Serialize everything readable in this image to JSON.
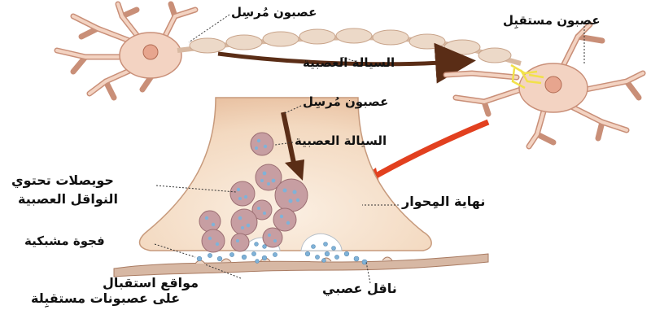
{
  "labels": {
    "sending_neuron_top": "عصبون مُرسِل",
    "receiving_neuron": "عصبون مستقبِل",
    "impulse_top": "السيالة العصبية",
    "sending_neuron_mid": "عصبون مُرسِل",
    "impulse_mid": "السيالة العصبية",
    "vesicles_line1": "حويصلات تحتوي",
    "vesicles_line2": "النواقل العصبية",
    "axon_terminal": "نهاية المِحوار",
    "synaptic_gap": "فجوة مشبكية",
    "receptor_sites_line1": "مواقع استقبال",
    "receptor_sites_line2": "على عصبونات مستقبِلة",
    "neurotransmitter": "ناقل عصبي"
  },
  "colors": {
    "neuron_body": "#f3d3c2",
    "neuron_outline": "#c98f78",
    "nucleus": "#e7a58e",
    "myelin": "#ecd9c8",
    "terminal_glow": "#f2e14a",
    "impulse_arrow": "#5a2d16",
    "pointer_arrow": "#e2401f",
    "vesicle": "#c79ea2",
    "neurotransmitter_dot": "#7fb2d8",
    "leader_line": "#333333"
  }
}
